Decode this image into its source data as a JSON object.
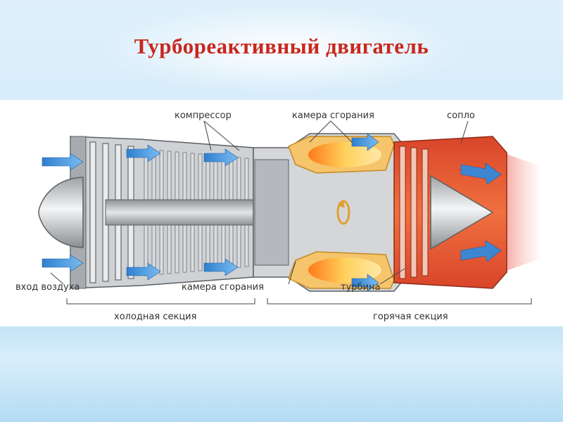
{
  "title": "Турбореактивный двигатель",
  "labels": {
    "compressor": "компрессор",
    "combustion_top": "камера сгорания",
    "nozzle": "сопло",
    "air_intake": "вход воздуха",
    "combustion_bottom": "камера сгорания",
    "turbine": "турбина",
    "cold_section": "холодная секция",
    "hot_section": "горячая секция"
  },
  "colors": {
    "title": "#c8271e",
    "airflow": "#3a86cf",
    "hot": "#e8542c",
    "casing": "#b9bcbf",
    "chamber": "#f2a640"
  }
}
